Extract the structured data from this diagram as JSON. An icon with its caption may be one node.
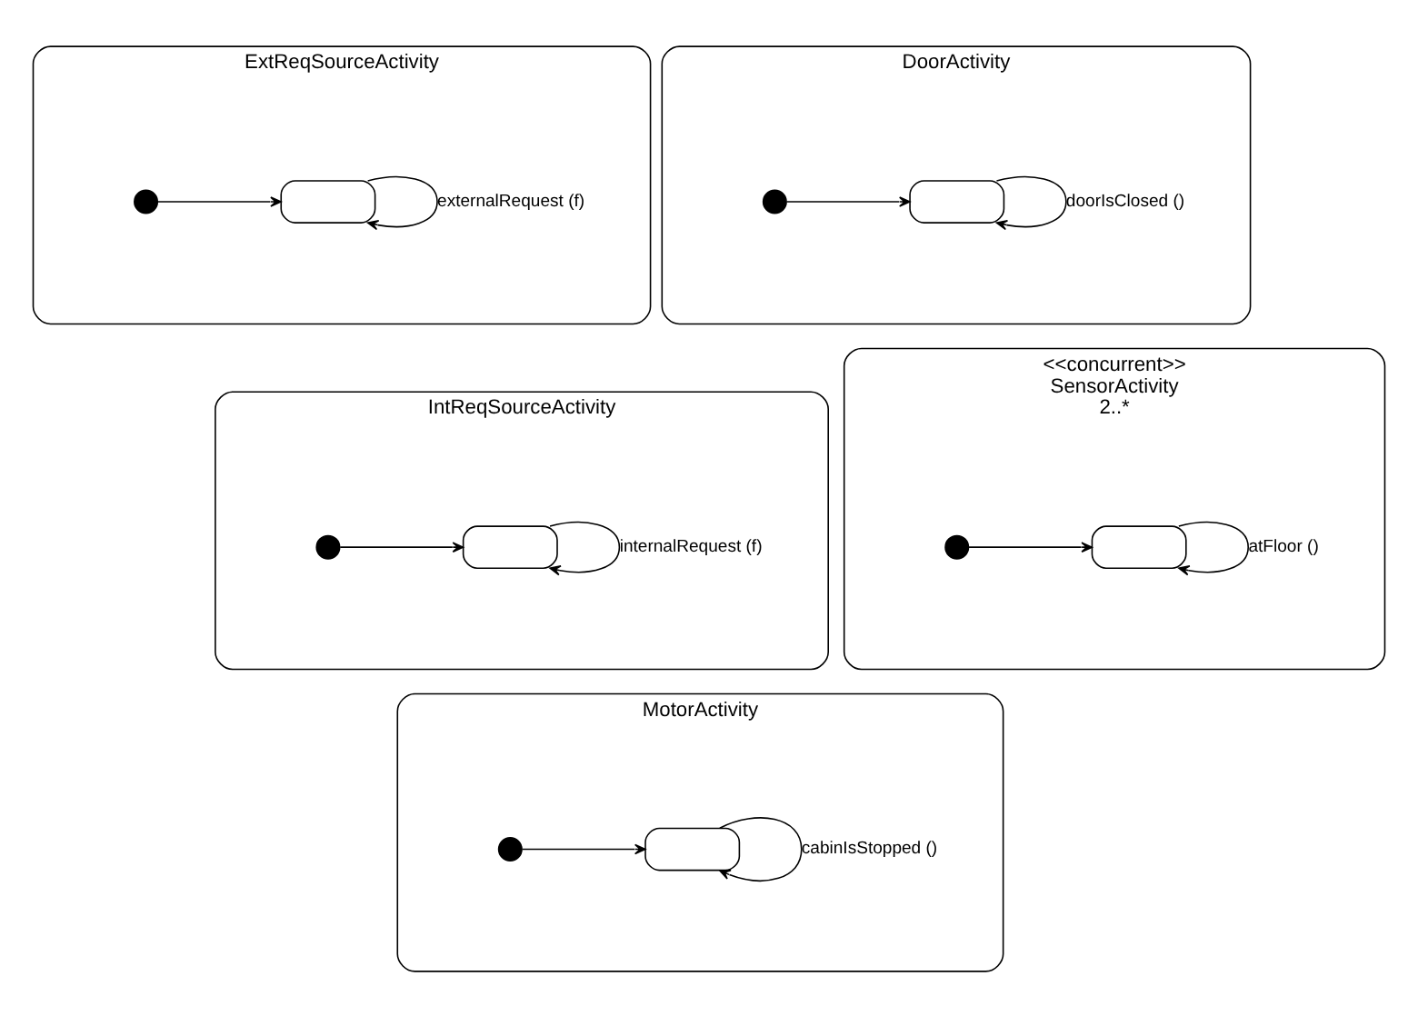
{
  "diagram": {
    "nodes": [
      {
        "text": [
          "ExtReqSourceActivity"
        ]
      },
      {
        "text": [],
        "shape": "circle",
        "in": 0
      },
      {
        "text": [],
        "shape": "box",
        "in": 0
      },
      {
        "text": [
          "DoorActivity"
        ]
      },
      {
        "text": [],
        "shape": "circle",
        "in": 3
      },
      {
        "text": [],
        "shape": "box",
        "in": 3
      },
      {
        "text": [
          "IntReqSourceActivity"
        ]
      },
      {
        "text": [],
        "shape": "circle",
        "in": 6
      },
      {
        "text": [],
        "shape": "box",
        "in": 6
      },
      {
        "text": [
          "<<concurrent>>",
          "SensorActivity",
          "2..*"
        ]
      },
      {
        "text": [],
        "shape": "circle",
        "in": 9
      },
      {
        "text": [],
        "shape": "box",
        "in": 9
      },
      {
        "text": [
          "MotorActivity"
        ]
      },
      {
        "text": [],
        "shape": "circle",
        "in": 12
      },
      {
        "text": [],
        "shape": "box",
        "in": 12
      }
    ],
    "edges": [
      {
        "from": 1,
        "to": 2,
        "arrow": "to"
      },
      {
        "from": 2,
        "to": 2,
        "arrow": "to",
        "label": "externalRequest (f)"
      },
      {
        "from": 4,
        "to": 5,
        "arrow": "to"
      },
      {
        "from": 5,
        "to": 5,
        "arrow": "to",
        "label": "doorIsClosed ()"
      },
      {
        "from": 7,
        "to": 8,
        "arrow": "to"
      },
      {
        "from": 8,
        "to": 8,
        "arrow": "to",
        "label": "internalRequest (f)"
      },
      {
        "from": 10,
        "to": 11,
        "arrow": "to"
      },
      {
        "from": 11,
        "to": 11,
        "arrow": "to",
        "label": "atFloor ()"
      },
      {
        "from": 13,
        "to": 14,
        "arrow": "to"
      },
      {
        "from": 14,
        "to": 14,
        "arrow": "to",
        "label": "cabinIsStopped ()"
      }
    ]
  }
}
